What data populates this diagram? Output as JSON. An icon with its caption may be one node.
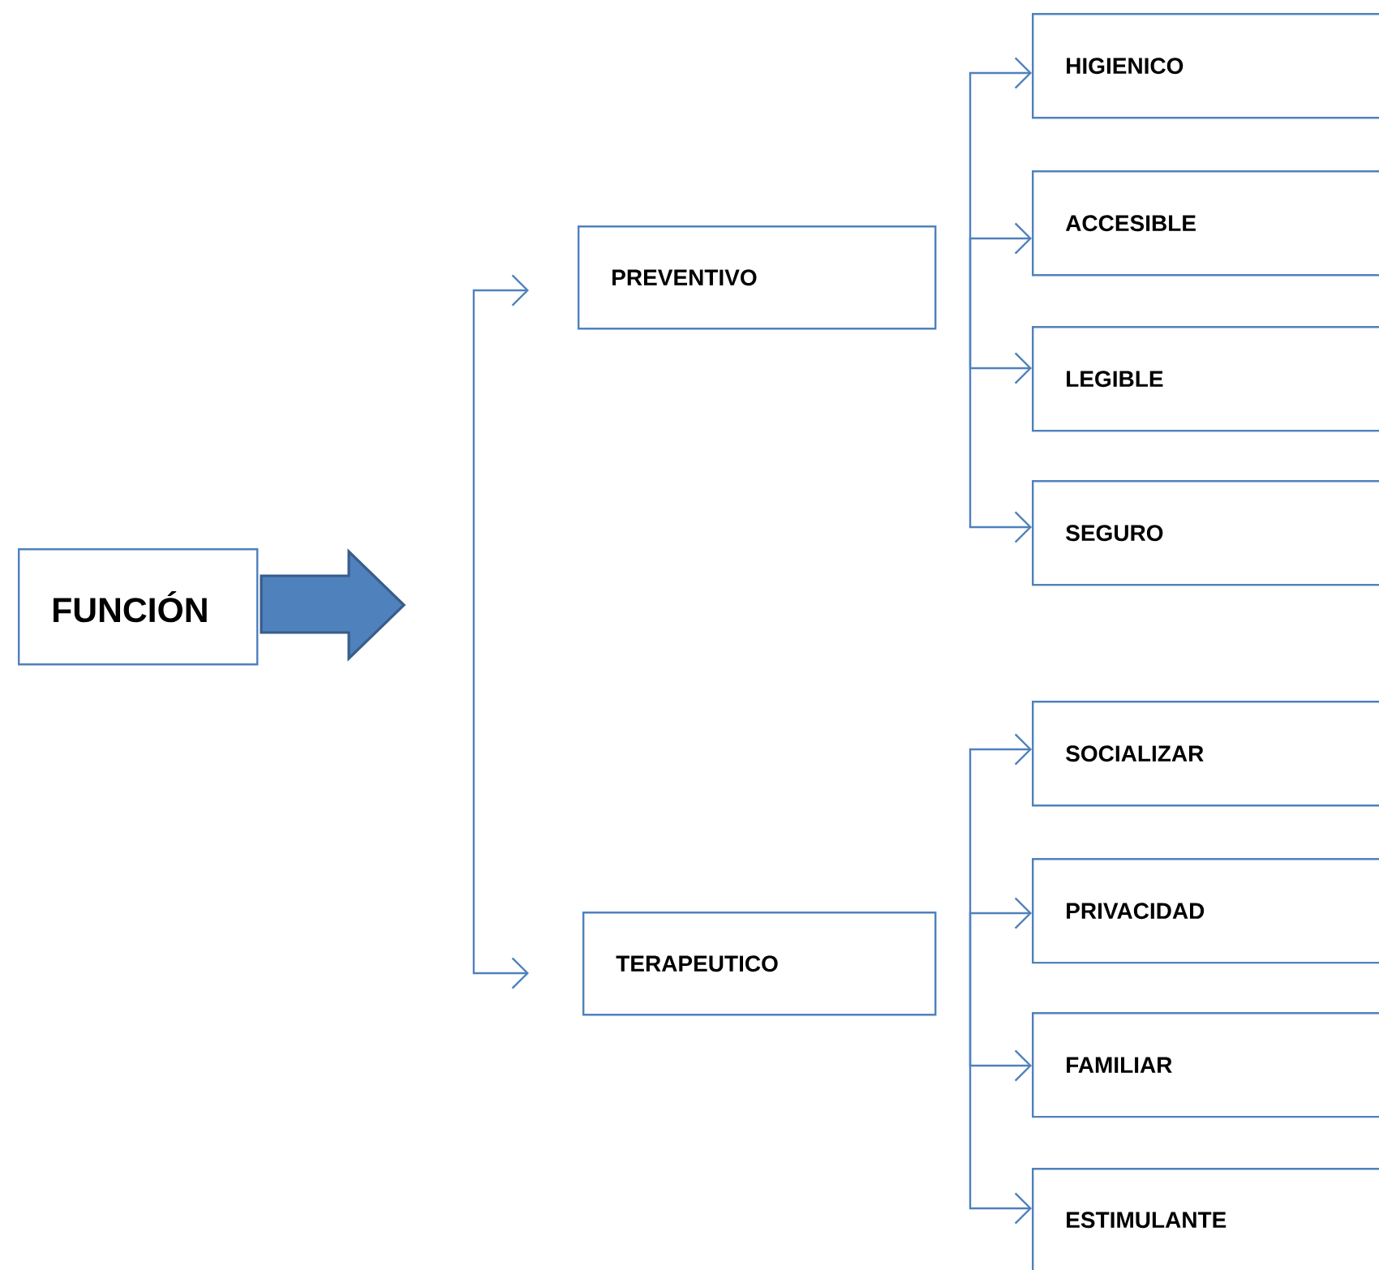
{
  "diagram": {
    "nodes": [
      {
        "text": [
          "FUNCIÓN"
        ]
      },
      {
        "text": [
          "PREVENTIVO"
        ]
      },
      {
        "text": [
          "TERAPEUTICO"
        ]
      },
      {
        "text": [
          "HIGIENICO"
        ]
      },
      {
        "text": [
          "ACCESIBLE"
        ]
      },
      {
        "text": [
          "LEGIBLE"
        ]
      },
      {
        "text": [
          "SEGURO"
        ]
      },
      {
        "text": [
          "SOCIALIZAR"
        ]
      },
      {
        "text": [
          "PRIVACIDAD"
        ]
      },
      {
        "text": [
          "FAMILIAR"
        ]
      },
      {
        "text": [
          "ESTIMULANTE"
        ]
      }
    ],
    "edges": [
      {
        "from": 0,
        "to": null,
        "arrow": "to"
      },
      {
        "from": null,
        "to": 1,
        "arrow": "to"
      },
      {
        "from": null,
        "to": 2,
        "arrow": "to"
      },
      {
        "from": 1,
        "to": 3,
        "arrow": "to"
      },
      {
        "from": 1,
        "to": 4,
        "arrow": "to"
      },
      {
        "from": 1,
        "to": 5,
        "arrow": "to"
      },
      {
        "from": 1,
        "to": 6,
        "arrow": "to"
      },
      {
        "from": 2,
        "to": 7,
        "arrow": "to"
      },
      {
        "from": 2,
        "to": 8,
        "arrow": "to"
      },
      {
        "from": 2,
        "to": 9,
        "arrow": "to"
      },
      {
        "from": 2,
        "to": 10,
        "arrow": "to"
      }
    ]
  }
}
